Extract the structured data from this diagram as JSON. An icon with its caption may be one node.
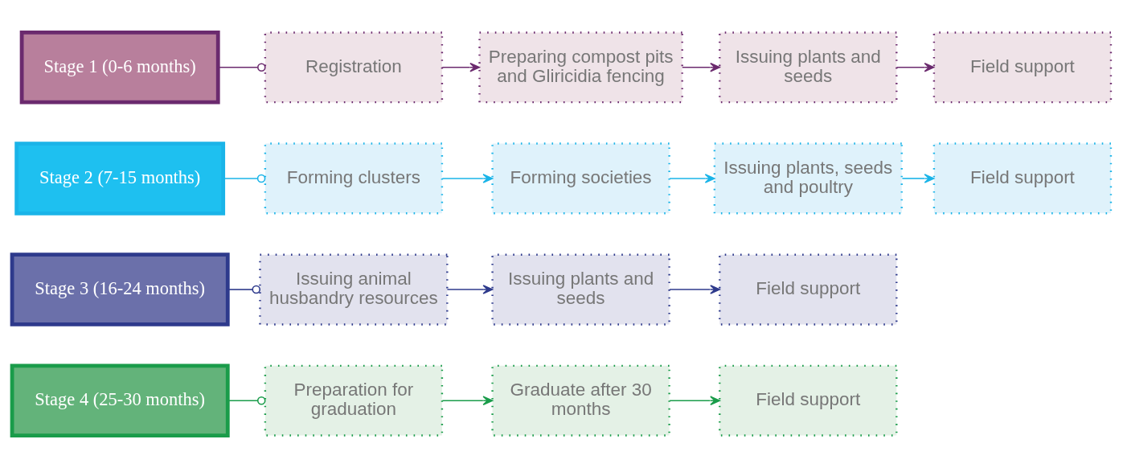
{
  "diagram": {
    "nodes": [
      {
        "text": [
          "Stage 1 (0-6 months)"
        ]
      },
      {
        "text": [
          "Registration"
        ]
      },
      {
        "text": [
          "Preparing compost pits and Gliricidia fencing"
        ]
      },
      {
        "text": [
          "Issuing plants and seeds"
        ]
      },
      {
        "text": [
          "Field support"
        ]
      },
      {
        "text": [
          "Stage 2 (7-15 months)"
        ]
      },
      {
        "text": [
          "Forming clusters"
        ]
      },
      {
        "text": [
          "Forming societies"
        ]
      },
      {
        "text": [
          "Issuing plants, seeds and poultry"
        ]
      },
      {
        "text": [
          "Field support"
        ]
      },
      {
        "text": [
          "Stage 3 (16-24 months)"
        ]
      },
      {
        "text": [
          "Issuing animal husbandry resources"
        ]
      },
      {
        "text": [
          "Issuing plants and seeds"
        ]
      },
      {
        "text": [
          "Field support"
        ]
      },
      {
        "text": [
          "Stage 4 (25-30 months)"
        ]
      },
      {
        "text": [
          "Preparation for graduation"
        ]
      },
      {
        "text": [
          "Graduate after 30 months"
        ]
      },
      {
        "text": [
          "Field support"
        ]
      }
    ],
    "edges": [
      {
        "from": 0,
        "to": 1,
        "arrow": "other",
        "color": "#6b2a6e"
      },
      {
        "from": 1,
        "to": 2,
        "arrow": "to",
        "color": "#6b2a6e"
      },
      {
        "from": 2,
        "to": 3,
        "arrow": "to",
        "color": "#6b2a6e"
      },
      {
        "from": 3,
        "to": 4,
        "arrow": "to",
        "color": "#6b2a6e"
      },
      {
        "from": 5,
        "to": 6,
        "arrow": "other",
        "color": "#1ab4e8"
      },
      {
        "from": 6,
        "to": 7,
        "arrow": "to",
        "color": "#1ab4e8"
      },
      {
        "from": 7,
        "to": 8,
        "arrow": "to",
        "color": "#1ab4e8"
      },
      {
        "from": 8,
        "to": 9,
        "arrow": "to",
        "color": "#1ab4e8"
      },
      {
        "from": 10,
        "to": 11,
        "arrow": "other",
        "color": "#2e3a8c"
      },
      {
        "from": 11,
        "to": 12,
        "arrow": "to",
        "color": "#2e3a8c"
      },
      {
        "from": 12,
        "to": 13,
        "arrow": "to",
        "color": "#2e3a8c"
      },
      {
        "from": 14,
        "to": 15,
        "arrow": "other",
        "color": "#1a9c4a"
      },
      {
        "from": 15,
        "to": 16,
        "arrow": "to",
        "color": "#1a9c4a"
      },
      {
        "from": 16,
        "to": 17,
        "arrow": "to",
        "color": "#1a9c4a"
      }
    ]
  }
}
